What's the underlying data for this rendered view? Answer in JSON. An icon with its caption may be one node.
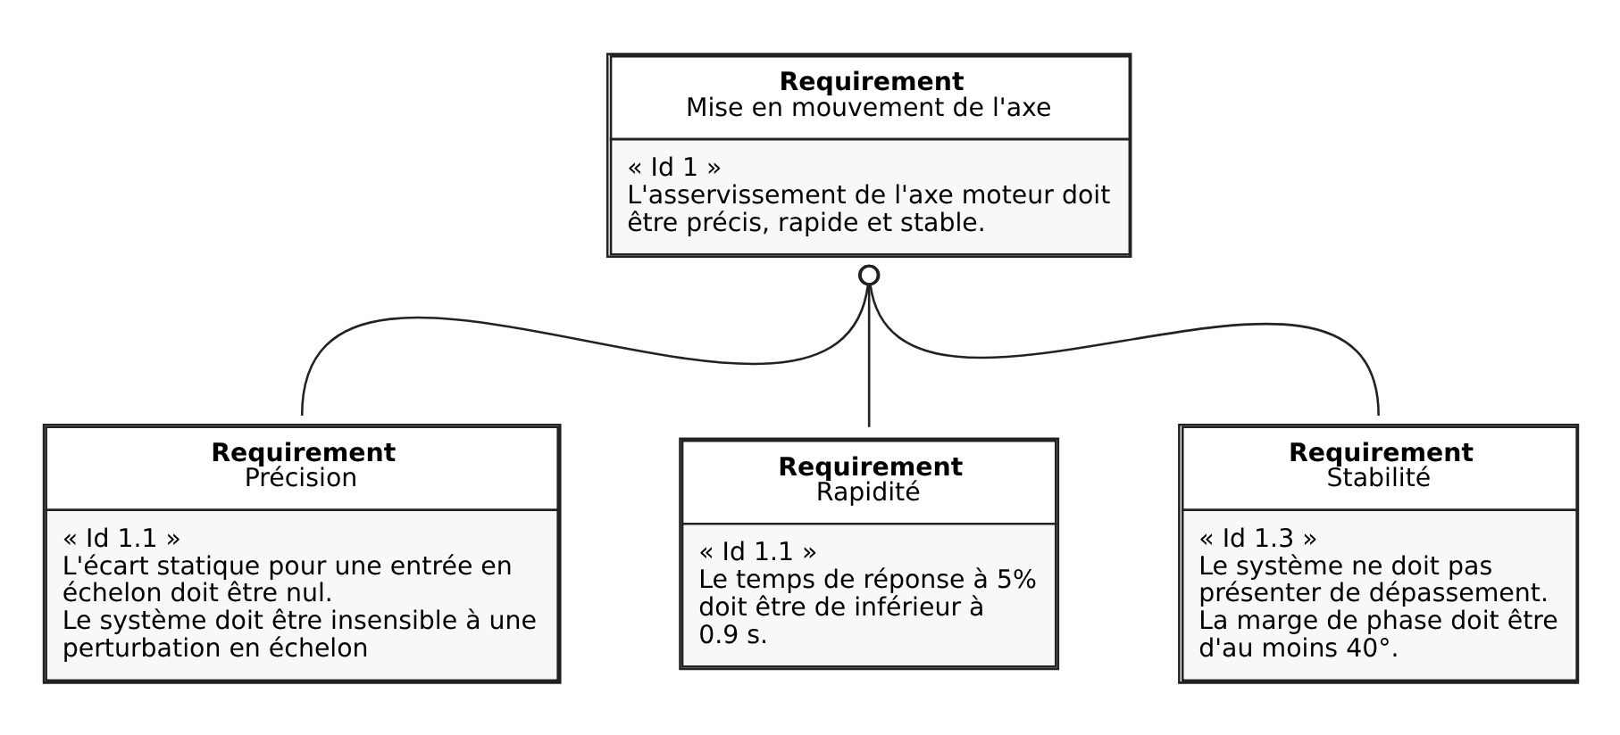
{
  "diagram": {
    "nodes": [
      {
        "text": [
          "Requirement",
          "Mise en mouvement de l'axe",
          "« Id 1 »",
          "L'asservissement de l'axe moteur doit être précis, rapide et stable."
        ]
      },
      {
        "text": [
          "Requirement",
          "Précision",
          "« Id 1.1 »",
          "L'écart statique pour une entrée en échelon doit être nul.",
          "Le système doit être insensible à une perturbation en échelon"
        ]
      },
      {
        "text": [
          "Requirement",
          "Rapidité",
          "« Id 1.1 »",
          "Le temps de réponse à 5% doit être de inférieur à 0.9 s."
        ]
      },
      {
        "text": [
          "Requirement",
          "Stabilité",
          "« Id 1.3 »",
          "Le système ne doit pas présenter de dépassement.",
          "La marge de phase doit être d'au moins 40°."
        ]
      }
    ],
    "edges": [
      {
        "from": 0,
        "to": 1,
        "arrow": "other"
      },
      {
        "from": 0,
        "to": 2,
        "arrow": "other"
      },
      {
        "from": 0,
        "to": 3,
        "arrow": "other"
      }
    ]
  }
}
